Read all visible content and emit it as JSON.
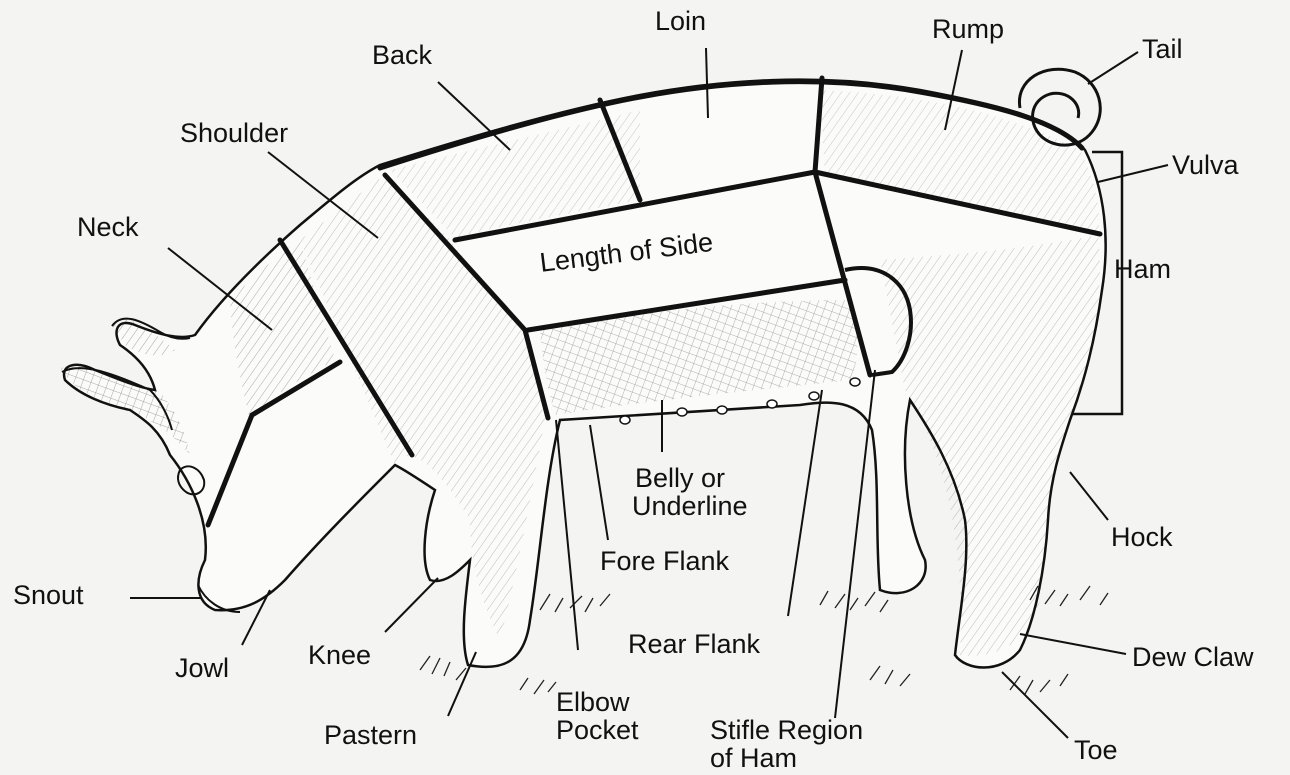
{
  "labels": {
    "loin": "Loin",
    "rump": "Rump",
    "tail": "Tail",
    "back": "Back",
    "shoulder": "Shoulder",
    "vulva": "Vulva",
    "neck": "Neck",
    "length_of_side": "Length of Side",
    "ham": "Ham",
    "belly_line1": "Belly or",
    "belly_line2": "Underline",
    "hock": "Hock",
    "fore_flank": "Fore Flank",
    "snout": "Snout",
    "rear_flank": "Rear Flank",
    "dew_claw": "Dew Claw",
    "jowl": "Jowl",
    "knee": "Knee",
    "elbow_line1": "Elbow",
    "elbow_line2": "Pocket",
    "pastern": "Pastern",
    "stifle_line1": "Stifle Region",
    "stifle_line2": "of Ham",
    "toe": "Toe"
  },
  "colors": {
    "ink": "#111111",
    "paper": "#f4f4f2"
  }
}
